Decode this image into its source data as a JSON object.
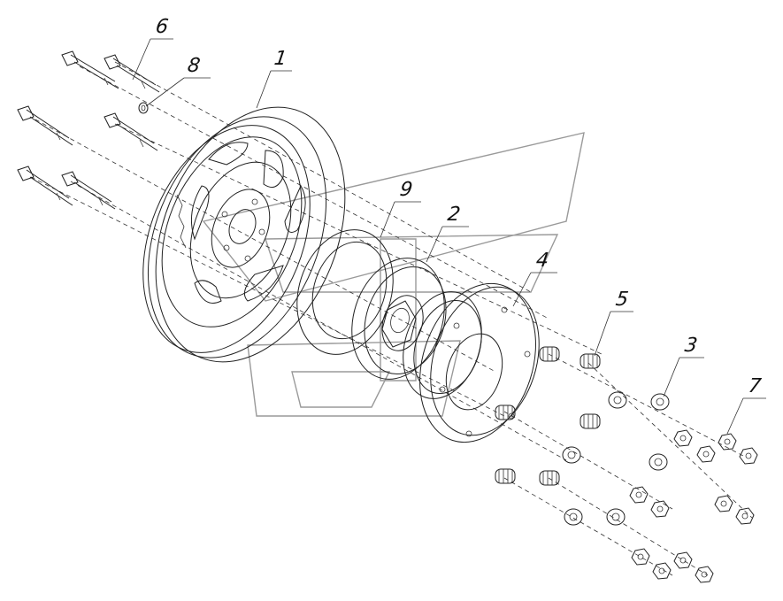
{
  "callouts": [
    {
      "id": "1",
      "text": "1"
    },
    {
      "id": "2",
      "text": "2"
    },
    {
      "id": "3",
      "text": "3"
    },
    {
      "id": "4",
      "text": "4"
    },
    {
      "id": "5",
      "text": "5"
    },
    {
      "id": "6",
      "text": "6"
    },
    {
      "id": "7",
      "text": "7"
    },
    {
      "id": "8",
      "text": "8"
    },
    {
      "id": "9",
      "text": "9"
    }
  ],
  "colors": {
    "line": "#222222",
    "watermark": "#9a9a9a",
    "background": "#ffffff"
  }
}
